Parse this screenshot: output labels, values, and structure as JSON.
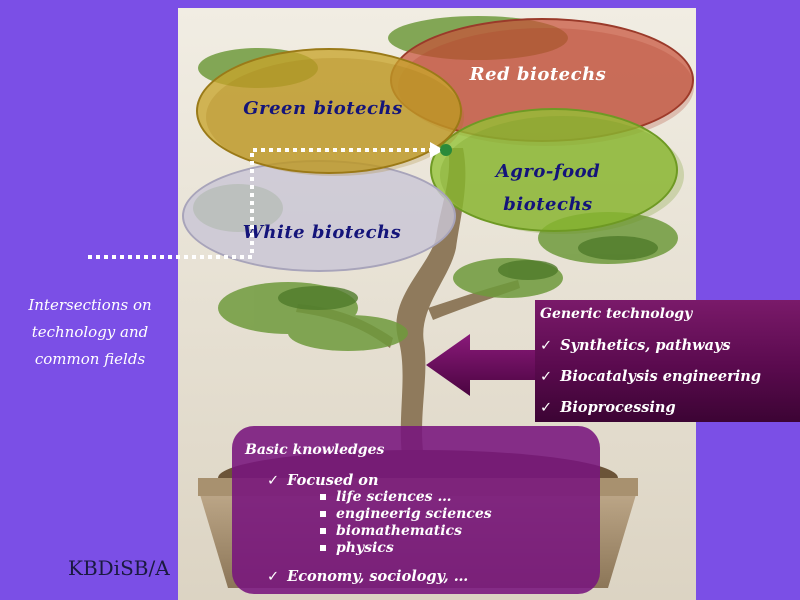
{
  "footer": {
    "code": "KBDiSB/A"
  },
  "ellipses": {
    "green": {
      "label": "Green biotechs"
    },
    "red": {
      "label": "Red biotechs"
    },
    "agro": {
      "label_line1": "Agro-food",
      "label_line2": "biotechs"
    },
    "white": {
      "label": "White biotechs"
    }
  },
  "caption": {
    "line1": "Intersections on",
    "line2": "technology and",
    "line3": "common fields"
  },
  "generic": {
    "title": "Generic technology",
    "items": [
      "Synthetics, pathways",
      "Biocatalysis engineering",
      "Bioprocessing"
    ]
  },
  "basic": {
    "title": "Basic knowledges",
    "focus": "Focused on",
    "subitems": [
      "life sciences …",
      "engineerig sciences",
      "biomathematics",
      "physics"
    ],
    "economy": "Economy, sociology, …"
  },
  "icons": {
    "check": "check-icon",
    "bullet": "square-bullet-icon",
    "arrow": "left-arrow-icon"
  },
  "colors": {
    "background": "#7b4fe6",
    "green": "#c8a42c",
    "red": "#c8523a",
    "agro": "#92c234",
    "white": "#c9c6d6",
    "generic_box": "#5a0a4e",
    "basic_box": "#78147d",
    "label": "#14147a"
  }
}
